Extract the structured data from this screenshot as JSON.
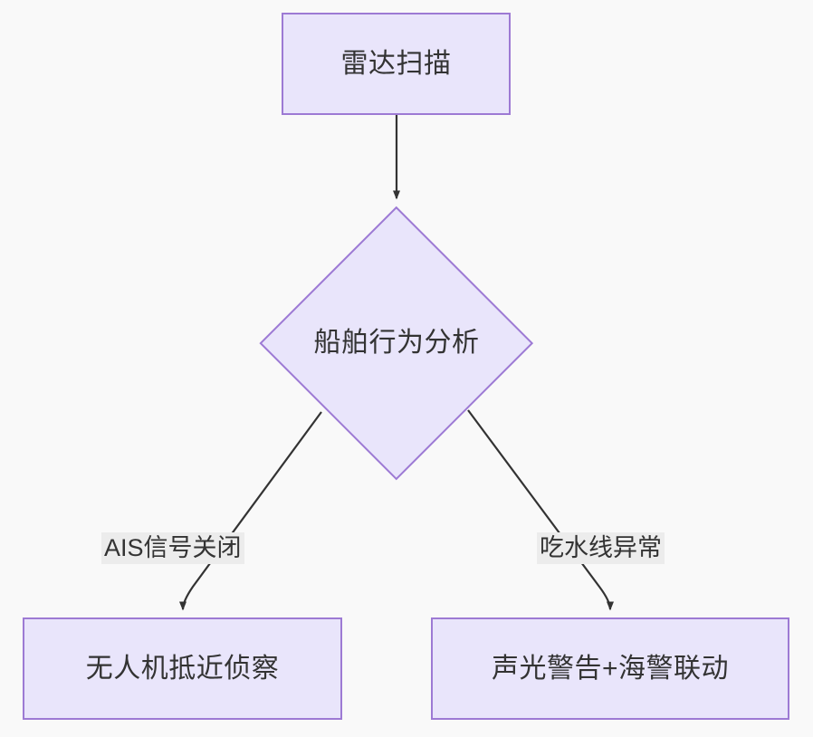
{
  "diagram": {
    "type": "flowchart",
    "direction": "top-down",
    "background_color": "#f9f9f9",
    "node_fill_color": "#e9e5fb",
    "node_border_color": "#9d7ad4",
    "node_text_color": "#333333",
    "edge_color": "#333333",
    "edge_label_background": "#ececec",
    "nodes": [
      {
        "id": "radar-scan",
        "label": "雷达扫描",
        "shape": "rectangle"
      },
      {
        "id": "ship-behavior",
        "label": "船舶行为分析",
        "shape": "diamond"
      },
      {
        "id": "drone-recon",
        "label": "无人机抵近侦察",
        "shape": "rectangle"
      },
      {
        "id": "alarm-coastguard",
        "label": "声光警告+海警联动",
        "shape": "rectangle"
      }
    ],
    "edges": [
      {
        "id": "edge-radar-to-behavior",
        "from": "radar-scan",
        "to": "ship-behavior",
        "label": "",
        "arrow": "end"
      },
      {
        "id": "edge-behavior-to-drone",
        "from": "ship-behavior",
        "to": "drone-recon",
        "label": "AIS信号关闭",
        "arrow": "end"
      },
      {
        "id": "edge-behavior-to-alarm",
        "from": "ship-behavior",
        "to": "alarm-coastguard",
        "label": "吃水线异常",
        "arrow": "end"
      }
    ]
  }
}
